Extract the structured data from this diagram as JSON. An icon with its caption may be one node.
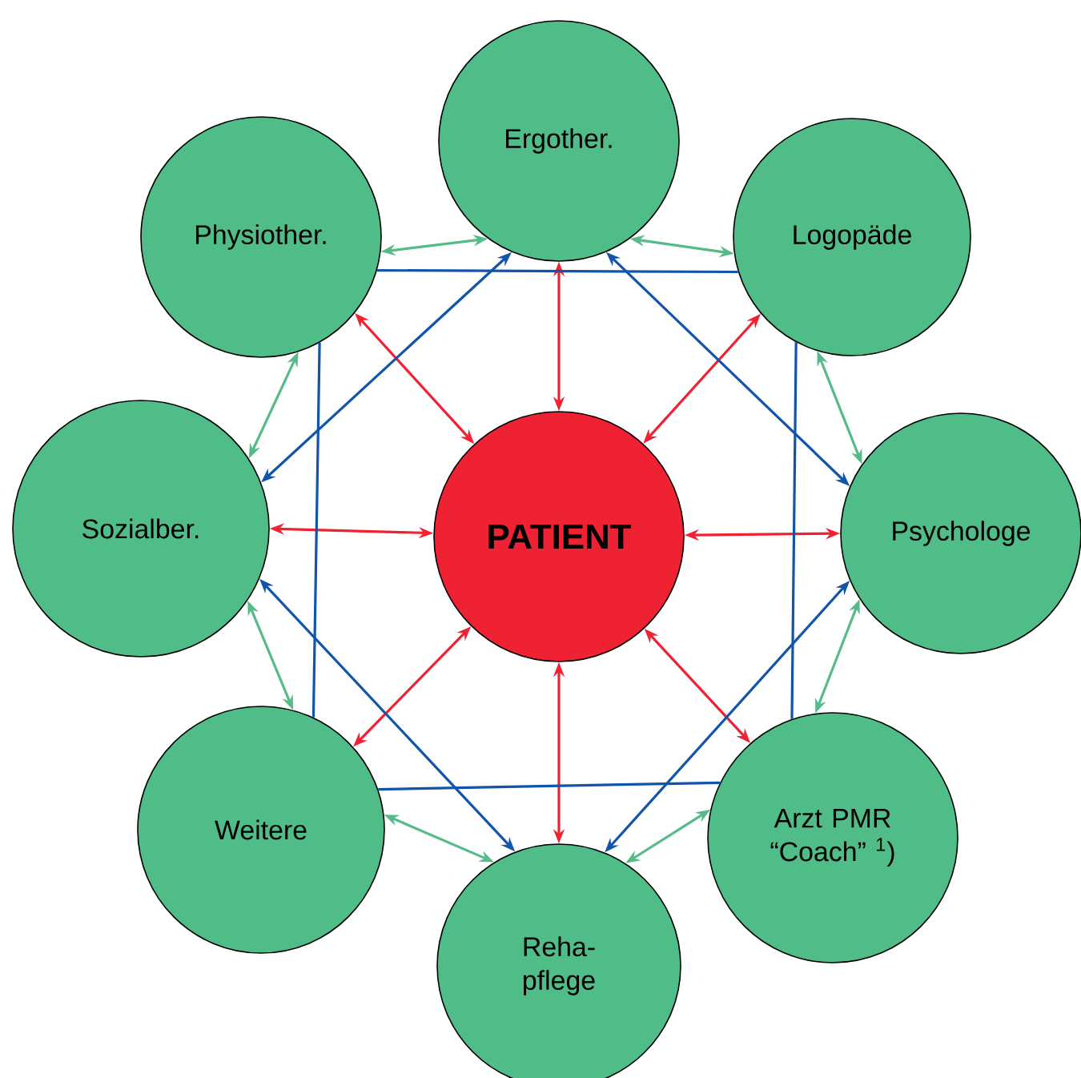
{
  "diagram": {
    "nodes": [
      {
        "text": [
          "Ergother."
        ]
      },
      {
        "text": [
          "Physiother."
        ]
      },
      {
        "text": [
          "Logopäde"
        ]
      },
      {
        "text": [
          "Sozialber."
        ]
      },
      {
        "text": [
          "PATIENT"
        ]
      },
      {
        "text": [
          "Psychologe"
        ]
      },
      {
        "text": [
          "Weitere"
        ]
      },
      {
        "text": [
          "Arzt PMR “Coach” $^{1}$)"
        ]
      },
      {
        "text": [
          "Reha- pflege"
        ]
      }
    ],
    "edges": [
      {
        "from": 4,
        "to": 0,
        "arrow": "both",
        "color": "#ee2233"
      },
      {
        "from": 4,
        "to": 2,
        "arrow": "both",
        "color": "#ee2233"
      },
      {
        "from": 4,
        "to": 5,
        "arrow": "both",
        "color": "#ee2233"
      },
      {
        "from": 4,
        "to": 7,
        "arrow": "both",
        "color": "#ee2233"
      },
      {
        "from": 4,
        "to": 8,
        "arrow": "both",
        "color": "#ee2233"
      },
      {
        "from": 4,
        "to": 6,
        "arrow": "both",
        "color": "#ee2233"
      },
      {
        "from": 4,
        "to": 3,
        "arrow": "both",
        "color": "#ee2233"
      },
      {
        "from": 4,
        "to": 1,
        "arrow": "both",
        "color": "#ee2233"
      },
      {
        "from": 0,
        "to": 2,
        "arrow": "both",
        "color": "#55bb88"
      },
      {
        "from": 2,
        "to": 5,
        "arrow": "both",
        "color": "#55bb88"
      },
      {
        "from": 5,
        "to": 7,
        "arrow": "both",
        "color": "#55bb88"
      },
      {
        "from": 7,
        "to": 8,
        "arrow": "both",
        "color": "#55bb88"
      },
      {
        "from": 8,
        "to": 6,
        "arrow": "both",
        "color": "#55bb88"
      },
      {
        "from": 6,
        "to": 3,
        "arrow": "both",
        "color": "#55bb88"
      },
      {
        "from": 3,
        "to": 1,
        "arrow": "both",
        "color": "#55bb88"
      },
      {
        "from": 1,
        "to": 0,
        "arrow": "both",
        "color": "#55bb88"
      },
      {
        "from": 0,
        "to": 5,
        "arrow": "both",
        "color": "#1155aa"
      },
      {
        "from": 5,
        "to": 8,
        "arrow": "both",
        "color": "#1155aa"
      },
      {
        "from": 8,
        "to": 3,
        "arrow": "both",
        "color": "#1155aa"
      },
      {
        "from": 3,
        "to": 0,
        "arrow": "both",
        "color": "#1155aa"
      },
      {
        "from": 1,
        "to": 2,
        "arrow": "none",
        "color": "#1155aa"
      },
      {
        "from": 2,
        "to": 7,
        "arrow": "none",
        "color": "#1155aa"
      },
      {
        "from": 7,
        "to": 6,
        "arrow": "none",
        "color": "#1155aa"
      },
      {
        "from": 6,
        "to": 1,
        "arrow": "none",
        "color": "#1155aa"
      }
    ]
  }
}
